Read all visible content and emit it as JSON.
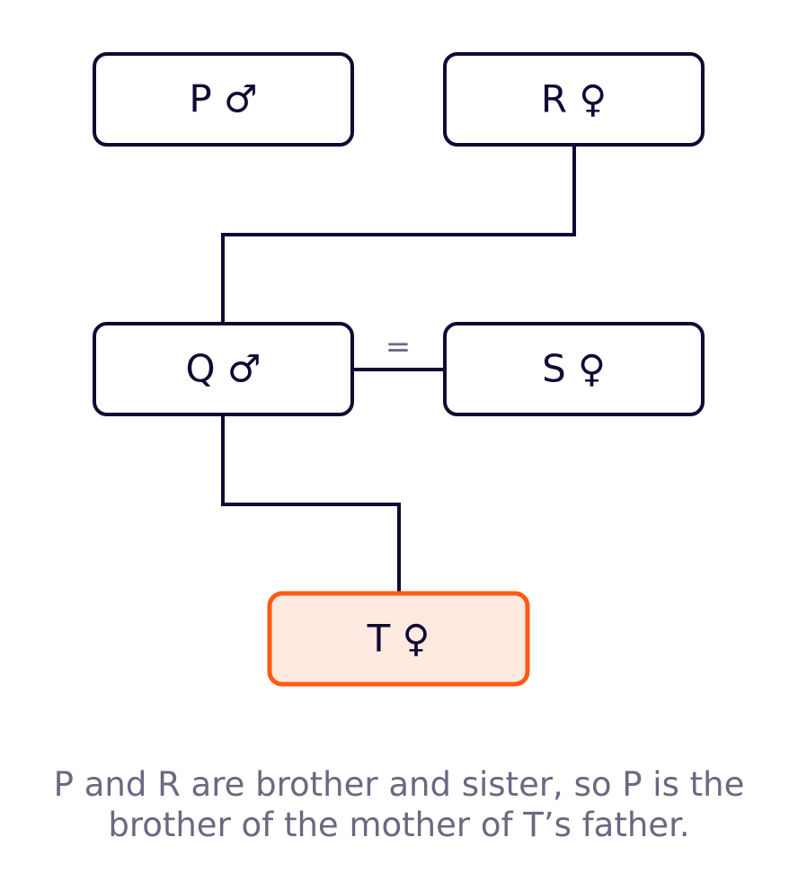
{
  "colors": {
    "stroke": "#0f0a33",
    "highlight_stroke": "#ff5a14",
    "highlight_fill": "#ffeae2",
    "muted_text": "#6b6880"
  },
  "nodes": {
    "P": {
      "label": "P ♂"
    },
    "R": {
      "label": "R ♀"
    },
    "Q": {
      "label": "Q ♂"
    },
    "S": {
      "label": "S ♀"
    },
    "T": {
      "label": "T ♀",
      "highlighted": true
    }
  },
  "marriage_symbol": "=",
  "caption": {
    "line1": "P and R are brother and sister, so P is the",
    "line2": "brother of the mother of T’s father."
  }
}
